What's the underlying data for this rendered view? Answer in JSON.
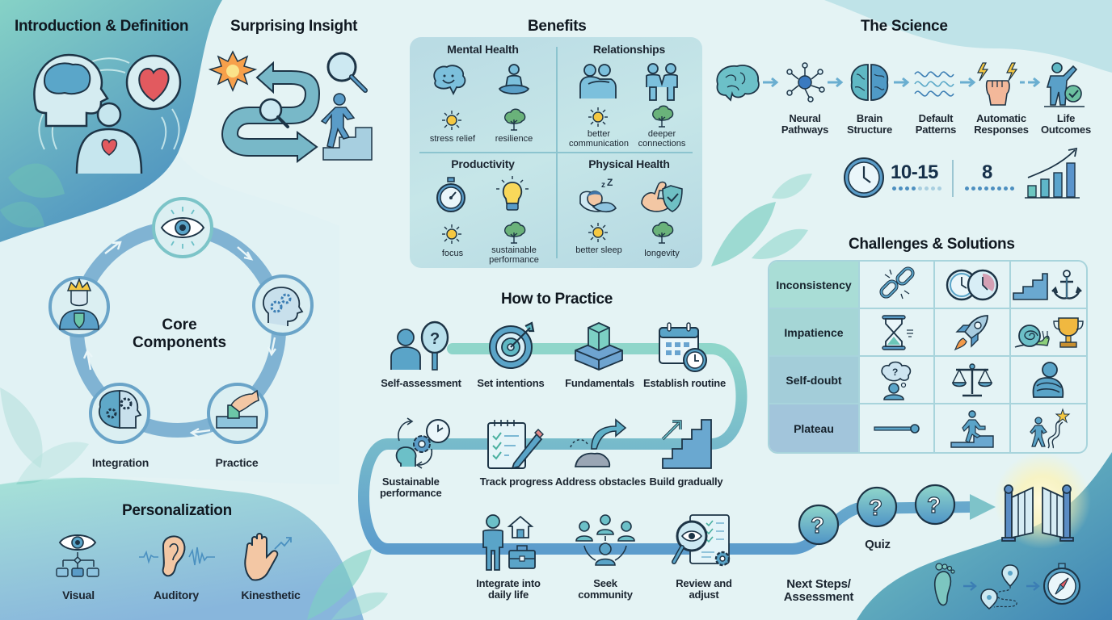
{
  "sections": {
    "intro": {
      "title": "Introduction & Definition"
    },
    "insight": {
      "title": "Surprising Insight"
    },
    "benefits": {
      "title": "Benefits",
      "quadrants": [
        {
          "title": "Mental Health",
          "icons": [
            "smiling-brain-icon",
            "meditation-icon"
          ],
          "items": [
            "stress relief",
            "resilience"
          ]
        },
        {
          "title": "Relationships",
          "icons": [
            "hug-icon",
            "holding-hands-icon"
          ],
          "items": [
            "better communication",
            "deeper connections"
          ]
        },
        {
          "title": "Productivity",
          "icons": [
            "stopwatch-icon",
            "lightbulb-icon"
          ],
          "items": [
            "focus",
            "sustainable performance"
          ]
        },
        {
          "title": "Physical Health",
          "icons": [
            "sleeping-person-icon",
            "strong-arm-shield-icon"
          ],
          "items": [
            "better sleep",
            "longevity"
          ]
        }
      ]
    },
    "science": {
      "title": "The Science",
      "steps": [
        {
          "label": "",
          "icon": "brain-icon"
        },
        {
          "label": "Neural Pathways",
          "icon": "neuron-icon"
        },
        {
          "label": "Brain Structure",
          "icon": "brain-hemispheres-icon"
        },
        {
          "label": "Default Patterns",
          "icon": "wave-patterns-icon"
        },
        {
          "label": "Automatic Responses",
          "icon": "fist-lightning-icon"
        },
        {
          "label": "Life Outcomes",
          "icon": "person-success-icon"
        }
      ],
      "stats": [
        {
          "value": "10-15",
          "icon": "clock-icon",
          "dots_total": 8,
          "dots_filled": 4
        },
        {
          "value": "8",
          "dots_total": 8,
          "dots_filled": 8
        }
      ],
      "growth_chart_icon": "growth-bar-chart-icon"
    },
    "core": {
      "title_line1": "Core",
      "title_line2": "Components",
      "nodes": [
        {
          "label": "",
          "icon": "eye-icon"
        },
        {
          "label": "",
          "icon": "head-gears-icon"
        },
        {
          "label": "Practice",
          "icon": "hand-block-icon"
        },
        {
          "label": "Integration",
          "icon": "brain-gears-icon"
        },
        {
          "label": "",
          "icon": "crowned-person-icon"
        }
      ]
    },
    "personalization": {
      "title": "Personalization",
      "styles": [
        {
          "label": "Visual",
          "icon": "eye-flowchart-icon"
        },
        {
          "label": "Auditory",
          "icon": "ear-sound-icon"
        },
        {
          "label": "Kinesthetic",
          "icon": "hand-motion-icon"
        }
      ]
    },
    "practice": {
      "title": "How to Practice",
      "row1": [
        {
          "label": "Self-assessment",
          "icon": "person-mirror-icon"
        },
        {
          "label": "Set intentions",
          "icon": "target-icon"
        },
        {
          "label": "Fundamentals",
          "icon": "blocks-icon"
        },
        {
          "label": "Establish routine",
          "icon": "calendar-clock-icon"
        }
      ],
      "row2": [
        {
          "label_line1": "Sustainable",
          "label_line2": "performance",
          "icon": "cycle-gears-icon"
        },
        {
          "label_line1": "Track progress",
          "label_line2": "",
          "icon": "checklist-pencil-icon"
        },
        {
          "label_line1": "Address obstacles",
          "label_line2": "",
          "icon": "rock-jump-icon"
        },
        {
          "label_line1": "Build gradually",
          "label_line2": "",
          "icon": "stairs-arrow-icon"
        }
      ],
      "row3": [
        {
          "label_line1": "Integrate into",
          "label_line2": "daily life",
          "icon": "person-home-work-icon"
        },
        {
          "label_line1": "Seek",
          "label_line2": "community",
          "icon": "community-icon"
        },
        {
          "label_line1": "Review and",
          "label_line2": "adjust",
          "icon": "review-magnifier-icon"
        }
      ]
    },
    "challenges": {
      "title": "Challenges & Solutions",
      "rows": [
        {
          "label": "Inconsistency",
          "icons": [
            "broken-chain-icon",
            "linked-clocks-icon",
            "stairs-anchor-icon"
          ]
        },
        {
          "label": "Impatience",
          "icons": [
            "hourglass-icon",
            "rocket-icon",
            "snail-trophy-icon"
          ]
        },
        {
          "label": "Self-doubt",
          "icons": [
            "thought-cloud-icon",
            "balance-scale-icon",
            "self-hug-icon"
          ]
        },
        {
          "label": "Plateau",
          "icons": [
            "flat-line-icon",
            "step-up-icon",
            "winding-path-star-icon"
          ]
        }
      ]
    },
    "next": {
      "quiz_label": "Quiz",
      "title_line1": "Next Steps/",
      "title_line2": "Assessment",
      "quiz_count": 3,
      "journey_icons": [
        "footprint-icon",
        "map-route-icon",
        "compass-icon"
      ],
      "gate_icon": "open-gate-icon"
    }
  },
  "colors": {
    "teal": "#5fc2b8",
    "blue": "#5a9cc8",
    "dark_blue": "#2c5a80",
    "outline": "#1d3446",
    "sun": "#f5c842",
    "tree": "#6ab27a",
    "heart": "#e45d66"
  }
}
